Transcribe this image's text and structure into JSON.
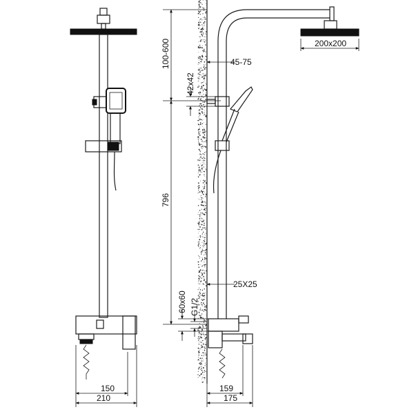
{
  "colors": {
    "line": "#1a1a1a",
    "background": "#ffffff",
    "wall_speckle": "#222222"
  },
  "dimensions": {
    "head_offset": "100-600",
    "arm_projection": "45-75",
    "bracket_size": "42x42",
    "head_size": "200x200",
    "rail_length": "796",
    "pipe_size": "25X25",
    "mixer_height": "60x60",
    "thread": "G1/2",
    "inlet_spacing": "150",
    "overall_width": "210",
    "depth_bracket": "159",
    "depth_overall": "175"
  }
}
